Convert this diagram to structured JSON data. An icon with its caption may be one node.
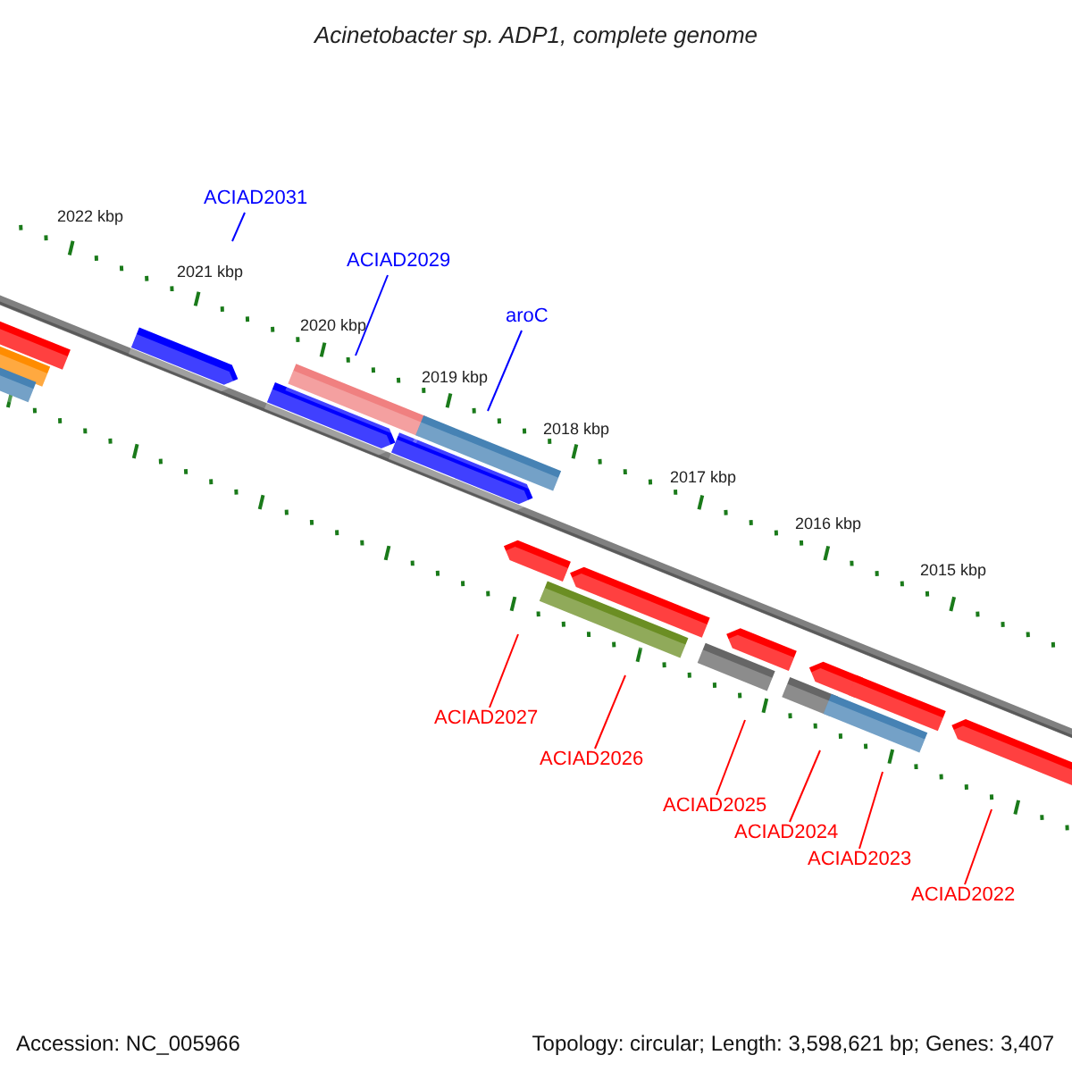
{
  "diagram": {
    "title": "Acinetobacter sp. ADP1, complete genome",
    "nodes": [
      {
        "text": [
          "ACIAD2031"
        ]
      },
      {
        "text": [
          "ACIAD2029"
        ]
      },
      {
        "text": [
          "aroC"
        ]
      },
      {
        "text": [
          "ACIAD2027"
        ]
      },
      {
        "text": [
          "ACIAD2026"
        ]
      },
      {
        "text": [
          "ACIAD2025"
        ]
      },
      {
        "text": [
          "ACIAD2024"
        ]
      },
      {
        "text": [
          "ACIAD2023"
        ]
      },
      {
        "text": [
          "ACIAD2022"
        ]
      }
    ],
    "edges": [
      {
        "from": 0,
        "to": null,
        "arrow": "none",
        "color": "#0000ff"
      },
      {
        "from": 1,
        "to": null,
        "arrow": "none",
        "color": "#0000ff"
      },
      {
        "from": 2,
        "to": null,
        "arrow": "none",
        "color": "#0000ff"
      },
      {
        "from": 3,
        "to": null,
        "arrow": "none"
      },
      {
        "from": 4,
        "to": null,
        "arrow": "none"
      },
      {
        "from": 5,
        "to": null,
        "arrow": "none"
      },
      {
        "from": 6,
        "to": null,
        "arrow": "none"
      },
      {
        "from": 7,
        "to": null,
        "arrow": "none"
      },
      {
        "from": 8,
        "to": null,
        "arrow": "none"
      }
    ],
    "labels": [
      "2022 kbp",
      "2021 kbp",
      "2020 kbp",
      "2019 kbp",
      "2018 kbp",
      "2017 kbp",
      "2016 kbp",
      "2015 kbp",
      "Accession: NC_005966",
      "Topology: circular; Length: 3,598,621 bp; Genes: 3,407"
    ]
  }
}
